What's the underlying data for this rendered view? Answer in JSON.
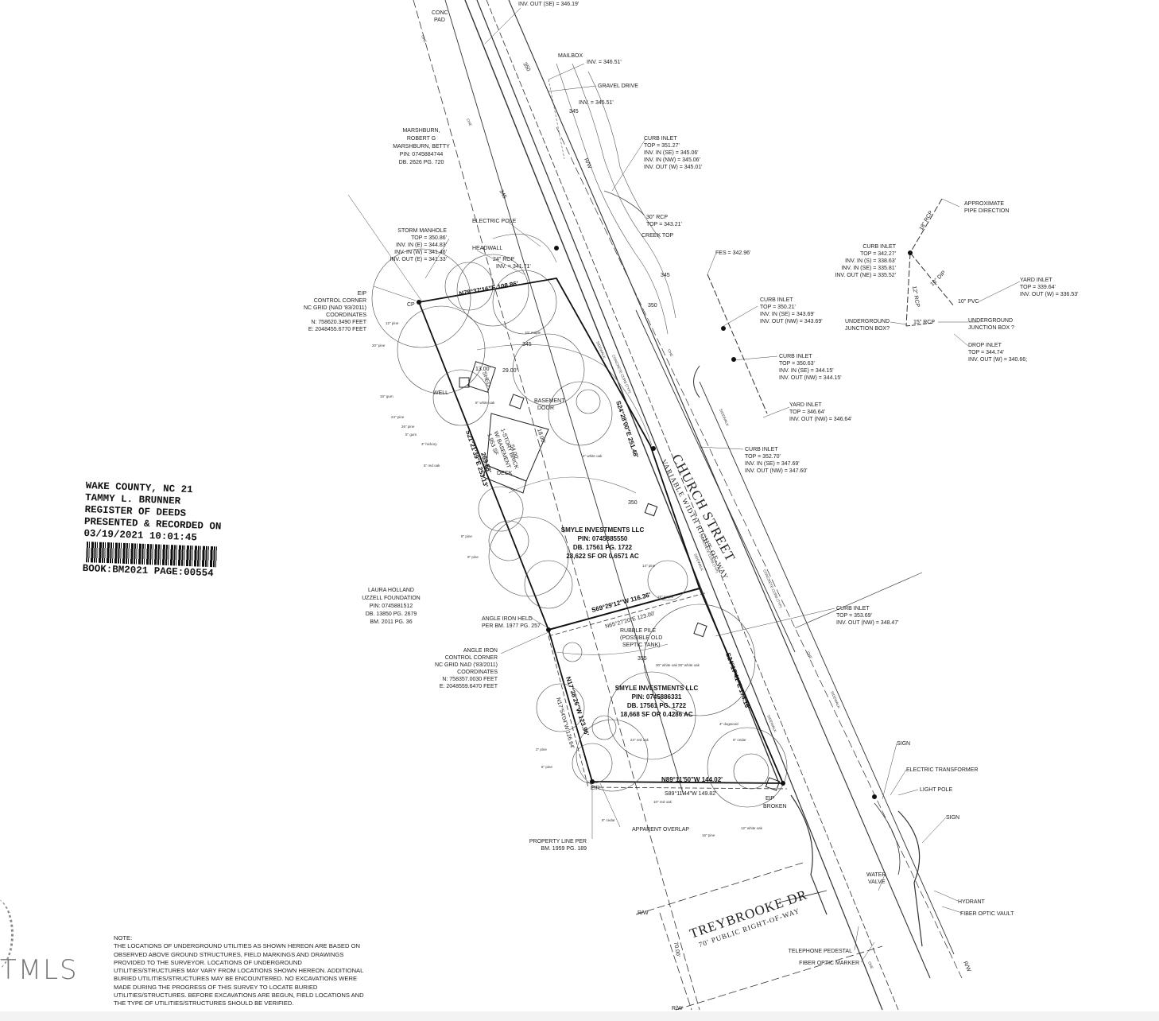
{
  "stamp": {
    "county": "WAKE COUNTY, NC  21",
    "name": "TAMMY L. BRUNNER",
    "office": "REGISTER OF DEEDS",
    "status": "PRESENTED & RECORDED ON",
    "datetime": "03/19/2021 10:01:45",
    "book": "BOOK:BM2021 PAGE:00554"
  },
  "streets": {
    "church_name": "CHURCH STREET",
    "church_sub": "VARIABLE WIDTH RIGHT-OF-WAY",
    "trey_name": "TREYBROOKE DR",
    "trey_sub": "70' PUBLIC RIGHT-OF-WAY"
  },
  "owners": {
    "marshburn": [
      "MARSHBURN,",
      "ROBERT G",
      "MARSHBURN, BETTY",
      "PIN: 0745884744",
      "DB. 2626 PG. 720"
    ],
    "holland": [
      "LAURA HOLLAND",
      "UZZELL FOUNDATION",
      "PIN: 0745881512",
      "DB. 13850 PG. 2679",
      "BM. 2011 PG. 36"
    ],
    "smyle1": [
      "SMYLE INVESTMENTS LLC",
      "PIN: 0745885550",
      "DB. 17561 PG. 1722",
      "28,622 SF OR 0.6571 AC"
    ],
    "smyle2": [
      "SMYLE INVESTMENTS LLC",
      "PIN: 0745886331",
      "DB. 17561 PG. 1722",
      "18,668 SF OR 0.4286 AC"
    ]
  },
  "bearings": {
    "north": "N78°37'16\"E 108.86'",
    "east_upper": "S24°28'00\"E 251.48'",
    "west_upper": "S21°21'39\"E 253.13'",
    "mid_line": "S69°29'12\"W 116.36'",
    "mid_dashed": "N65°27'20\"E 123.00'",
    "east_lower": "S24°17'41\"E 174.16'",
    "west_lower": "N17°38'26\"W 123.96'",
    "west_lower_alt": "N17°54'04\"W 126.64'",
    "south": "N89°11'50\"W 144.02'",
    "south_alt": "S89°11'44\"W 149.82'",
    "west_dim": "269.58'",
    "row_dim": "70.00'"
  },
  "callouts": {
    "top_inv": "INV. OUT (SE) = 346.19'",
    "conc_pad": [
      "CONC",
      "PAD"
    ],
    "mailbox": "MAILBOX",
    "inv_1": "INV. = 346.51'",
    "gravel": "GRAVEL DRIVE",
    "inv_2": "INV. = 345.51'",
    "curb_inlet_1": [
      "CURB INLET",
      "TOP = 351.27'",
      "INV. IN (SE) = 345.06'",
      "INV. IN (NW) = 345.06'",
      "INV. OUT (W) = 345.01'"
    ],
    "rcp30": [
      "30\" RCP",
      "TOP = 343.21'"
    ],
    "creek": "CREEK TOP",
    "electric_pole": "ELECTRIC POLE",
    "headwall": "HEADWALL",
    "rcp24": [
      "24\" RCP",
      "INV. = 341.71'"
    ],
    "storm_mh": [
      "STORM MANHOLE",
      "TOP = 350.86'",
      "INV. IN (E) = 344.83'",
      "INV. IN (W) = 341.46'",
      "INV. OUT (E) = 341.33'"
    ],
    "eip_control": [
      "EIP",
      "CONTROL CORNER",
      "NC GRID (NAD '83/2011)",
      "COORDINATES",
      "N: 758620.3490 FEET",
      "E: 2048455.6770 FEET"
    ],
    "fes": "FES = 342.96'",
    "curb_inlet_2": [
      "CURB INLET",
      "TOP = 350.21'",
      "INV. IN (SE) = 343.69'",
      "INV. OUT (NW) = 343.69'"
    ],
    "curb_inlet_3": [
      "CURB INLET",
      "TOP = 350.63'",
      "INV. IN (SE) = 344.15'",
      "INV. OUT (NW) = 344.15'"
    ],
    "yard_inlet_1": [
      "YARD INLET",
      "TOP = 346.64'",
      "INV. OUT (NW) = 346.64'"
    ],
    "curb_inlet_4": [
      "CURB INLET",
      "TOP = 352.70'",
      "INV. IN (SE) = 347.69'",
      "INV. OUT (NW) = 347.60'"
    ],
    "curb_inlet_5": [
      "CURB INLET",
      "TOP = 353.69'",
      "INV. OUT (NW) = 348.47'"
    ],
    "approx_pipe": [
      "APPROXIMATE",
      "PIPE DIRECTION"
    ],
    "curb_inlet_6": [
      "CURB INLET",
      "TOP = 342.27'",
      "INV. IN (S) = 338.63'",
      "INV. IN (SE) = 335.81'",
      "INV. OUT (NE) = 335.52'"
    ],
    "yard_inlet_2": [
      "YARD INLET",
      "TOP = 339.64'",
      "INV. OUT (W) = 336.53'"
    ],
    "ujb_1": [
      "UNDERGROUND",
      "JUNCTION BOX?"
    ],
    "ujb_2": [
      "UNDERGROUND",
      "JUNCTION BOX ?"
    ],
    "drop_inlet": [
      "DROP INLET",
      "TOP = 344.74'",
      "INV. OUT (W) = 340.66;"
    ],
    "pipe_15_rcp": "15\" RCP",
    "pipe_10_pvc": "10\" PVC",
    "pipe_18_rcp": "18\" RCP",
    "pipe_10_dip": "10\" DIP",
    "pipe_12_rcp": "12\" RCP",
    "basement_door": [
      "BASEMENT",
      "DOOR"
    ],
    "house": [
      "1-STORY BRICK",
      "W/ BASEMENT",
      "1,953 SF"
    ],
    "shed": "SHED",
    "well": "WELL",
    "deck": "DECK",
    "angle_iron_held": [
      "ANGLE IRON HELD",
      "PER BM. 1977 PG. 257"
    ],
    "angle_iron_control": [
      "ANGLE IRON",
      "CONTROL CORNER",
      "NC GRID NAD ('83/2011)",
      "COORDINATES",
      "N: 758357.0030 FEET",
      "E: 2048559.6470 FEET"
    ],
    "rubble": [
      "RUBBLE PILE",
      "(POSSIBLE OLD",
      "SEPTIC TANK)"
    ],
    "property_line": [
      "PROPERTY LINE PER",
      "BM. 1959 PG. 189"
    ],
    "apparent_overlap": "APPARENT OVERLAP",
    "eip_broken": [
      "EIP",
      "BROKEN"
    ],
    "eir": "EIR",
    "cp": "CP",
    "sign_1": "SIGN",
    "electric_transformer": "ELECTRIC TRANSFORMER",
    "light_pole": "LIGHT POLE",
    "sign_2": "SIGN",
    "water_valve": [
      "WATER",
      "VALVE"
    ],
    "hydrant": "HYDRANT",
    "fiber_vault": "FIBER OPTIC VAULT",
    "tel_ped": "TELEPHONE PEDESTAL",
    "fiber_marker": "FIBER OPTIC MARKER",
    "concrete_curb": "CONCRETE CURB (TYP)",
    "sidewalk": "SIDEWALK",
    "dim_29": "29.00'",
    "dim_13": "13.00'",
    "dim_54": "54.00'",
    "dim_18": "18.00'",
    "contour_labels": [
      "350",
      "345",
      "345",
      "350",
      "355",
      "345",
      "345",
      "350",
      "350",
      "355"
    ],
    "row_labels": [
      "R/W",
      "R/W",
      "R/W",
      "R/W"
    ],
    "ohe": "OHE",
    "tree_labels": [
      "12\" pine",
      "20\" pine",
      "16\" gum",
      "24\" pine",
      "26\" pine",
      "8\" white oak",
      "10\" maple",
      "4\" white oak",
      "14\" pine",
      "28\" white oak",
      "30\" white oak",
      "15\" maple",
      "4\" dogwood",
      "6\" cedar",
      "10\" red oak",
      "12\" white oak",
      "8\" cedar",
      "16\" pine",
      "5\" red oak",
      "24\" red oak",
      "8\" pine",
      "9\" pine",
      "5\" gum",
      "3\" hickory",
      "2\" pine",
      "6\" pine"
    ]
  },
  "note": {
    "title": "NOTE:",
    "body": "THE LOCATIONS OF UNDERGROUND UTILITIES AS SHOWN HEREON ARE BASED ON OBSERVED ABOVE GROUND STRUCTURES, FIELD MARKINGS AND DRAWINGS PROVIDED TO THE SURVEYOR. LOCATIONS OF UNDERGROUND UTILITIES/STRUCTURES MAY VARY FROM LOCATIONS SHOWN HEREON. ADDITIONAL BURIED UTILITIES/STRUCTURES MAY BE ENCOUNTERED. NO EXCAVATIONS WERE MADE DURING THE PROGRESS OF THIS SURVEY TO LOCATE BURIED UTILITIES/STRUCTURES. BEFORE EXCAVATIONS ARE BEGUN, FIELD LOCATIONS AND THE TYPE OF UTILITIES/STRUCTURES SHOULD BE VERIFIED."
  },
  "watermark": "TMLS"
}
